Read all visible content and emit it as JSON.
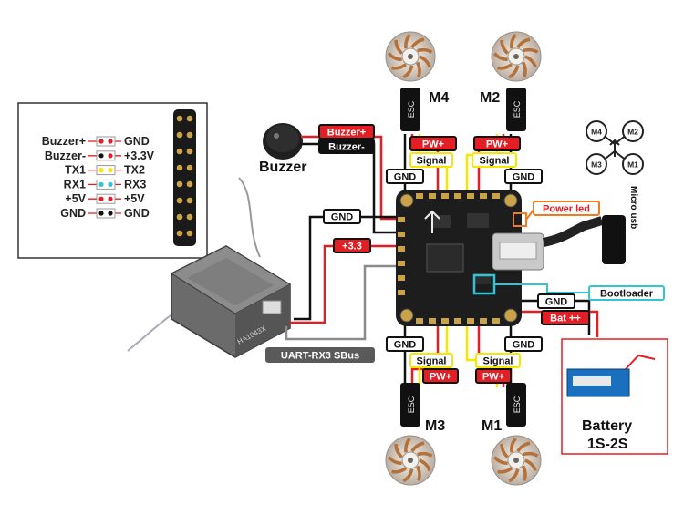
{
  "pinout": {
    "left": [
      "Buzzer+",
      "Buzzer-",
      "TX1",
      "RX1",
      "+5V",
      "GND"
    ],
    "right": [
      "GND",
      "+3.3V",
      "TX2",
      "RX3",
      "+5V",
      "GND"
    ]
  },
  "motors": {
    "m4": "M4",
    "m2": "M2",
    "m3": "M3",
    "m1": "M1",
    "esc": "ESC"
  },
  "labels": {
    "pw": "PW+",
    "signal": "Signal",
    "gnd": "GND",
    "buzzer_plus": "Buzzer+",
    "buzzer_minus": "Buzzer-",
    "buzzer": "Buzzer",
    "gnd_rx": "GND",
    "v33": "+3.3",
    "uart": "UART-RX3 SBus",
    "power_led": "Power led",
    "micro_usb": "Micro usb",
    "bootloader": "Bootloader",
    "gnd_battery": "GND",
    "bat": "Bat ++",
    "battery_line1": "Battery",
    "battery_line2": "1S-2S"
  },
  "orientation_diagram": {
    "m4": "M4",
    "m2": "M2",
    "m3": "M3",
    "m1": "M1"
  },
  "receiver_text": "HA1043X",
  "colors": {
    "red": "#e31e24",
    "yellow": "#f7e600",
    "black": "#111111",
    "orange": "#f47a20",
    "cyan": "#33c3d6",
    "gray": "#8a8a8a",
    "board": "#1d1d1d"
  }
}
